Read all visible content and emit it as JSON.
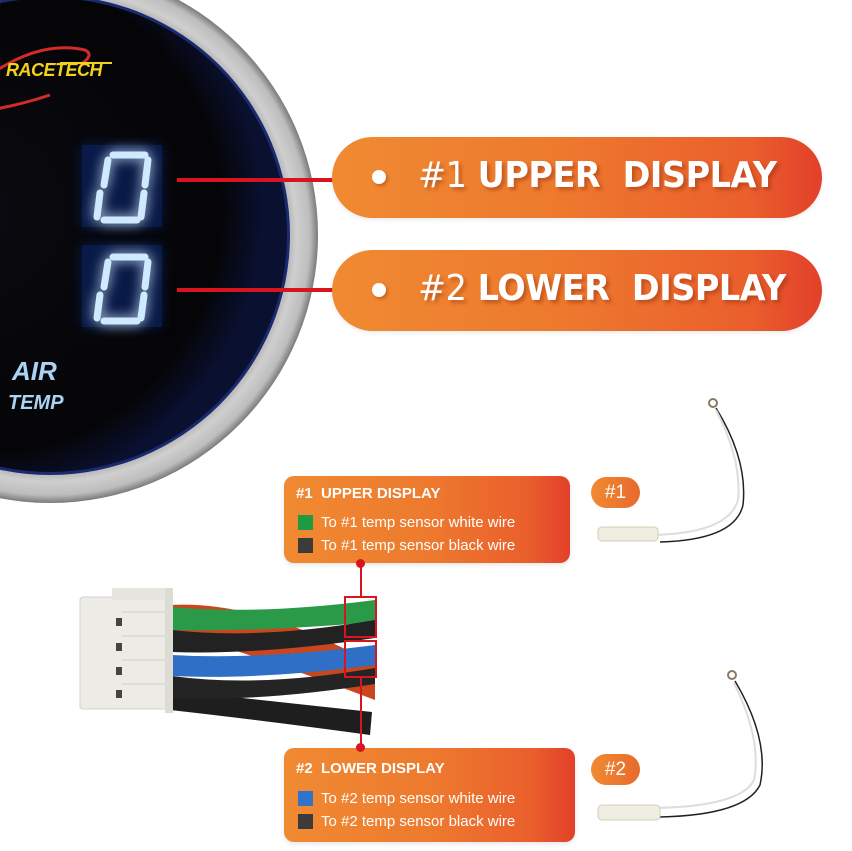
{
  "gauge": {
    "brand": "RACETECH",
    "upper_display_value": "0",
    "lower_display_value": "0",
    "label_line1": "AIR",
    "label_line2": "TEMP"
  },
  "callouts": [
    {
      "number": "#1",
      "label": "UPPER  DISPLAY"
    },
    {
      "number": "#2",
      "label": "LOWER  DISPLAY"
    }
  ],
  "wiring": {
    "upper_card": {
      "title": "#1  UPPER DISPLAY",
      "rows": [
        {
          "text": "To #1 temp sensor white wire",
          "color": "#1f9a45"
        },
        {
          "text": "To #1 temp sensor black wire",
          "color": "#3b3b3b"
        }
      ],
      "sensor_tag": "#1"
    },
    "lower_card": {
      "title": "#2  LOWER DISPLAY",
      "rows": [
        {
          "text": "To #2 temp sensor white wire",
          "color": "#2f74c8"
        },
        {
          "text": "To #2 temp sensor black wire",
          "color": "#3b3b3b"
        }
      ],
      "sensor_tag": "#2"
    },
    "connector_wires": [
      "green",
      "black",
      "blue",
      "black",
      "red",
      "black"
    ]
  },
  "colors": {
    "accent_orange": "#ee7a2e",
    "accent_red": "#d8151f",
    "led_blue": "#9fd6ff"
  }
}
